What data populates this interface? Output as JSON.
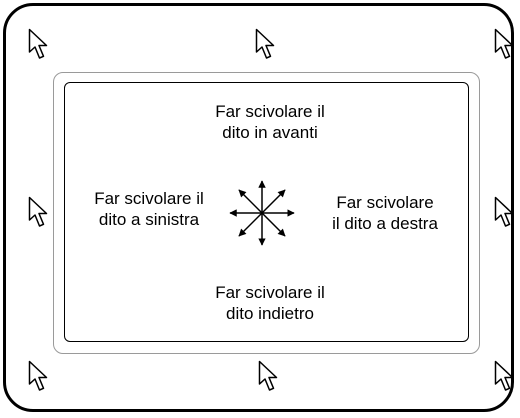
{
  "instructions": {
    "forward": {
      "line1": "Far scivolare il",
      "line2": "dito in avanti"
    },
    "left": {
      "line1": "Far scivolare il",
      "line2": "dito a sinistra"
    },
    "right": {
      "line1": "Far scivolare",
      "line2": "il dito a destra"
    },
    "backward": {
      "line1": "Far scivolare il",
      "line2": "dito indietro"
    }
  },
  "icons": {
    "cursor": "mouse-pointer-arrow-icon",
    "center": "eight-direction-arrows-icon"
  },
  "colors": {
    "line": "#000000",
    "bezel": "#9a9a9a",
    "background": "#ffffff"
  }
}
